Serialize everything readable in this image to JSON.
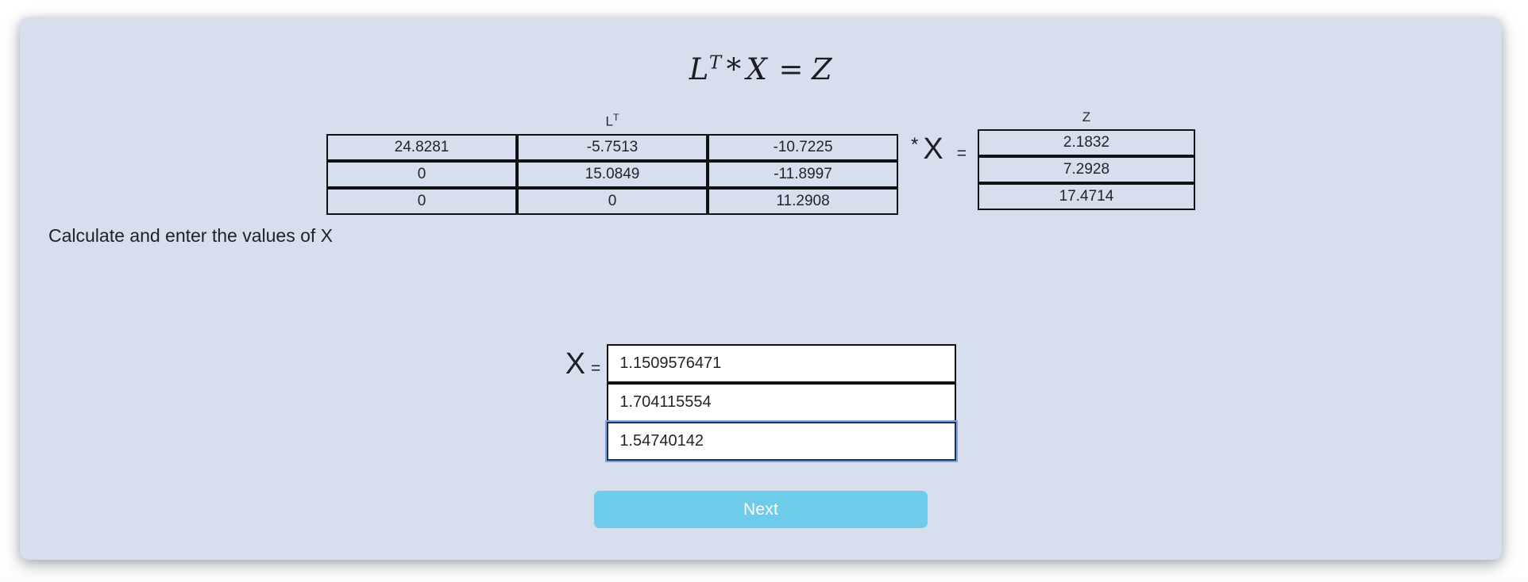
{
  "card": {
    "background_color": "#d7dfef"
  },
  "equation": {
    "lhs_base": "L",
    "lhs_exponent": "T",
    "operator": "*",
    "variable": "X",
    "equals": "=",
    "rhs": "Z"
  },
  "matrices": {
    "lt": {
      "label_base": "L",
      "label_exponent": "T",
      "rows": [
        [
          "24.8281",
          "-5.7513",
          "-10.7225"
        ],
        [
          "0",
          "15.0849",
          "-11.8997"
        ],
        [
          "0",
          "0",
          "11.2908"
        ]
      ]
    },
    "mid_operator": {
      "star": "*",
      "variable": "X",
      "equals": "="
    },
    "z": {
      "label": "Z",
      "rows": [
        [
          "2.1832"
        ],
        [
          "7.2928"
        ],
        [
          "17.4714"
        ]
      ]
    }
  },
  "instruction": {
    "text": "Calculate and enter the values of X"
  },
  "answer": {
    "label_variable": "X",
    "label_equals": "=",
    "inputs": [
      {
        "value": "1.1509576471",
        "placeholder": "",
        "focused": false
      },
      {
        "value": "1.704115554",
        "placeholder": "",
        "focused": false
      },
      {
        "value": "1.54740142",
        "placeholder": "",
        "focused": true
      }
    ]
  },
  "actions": {
    "next_label": "Next",
    "next_color": "#6ecbea"
  }
}
